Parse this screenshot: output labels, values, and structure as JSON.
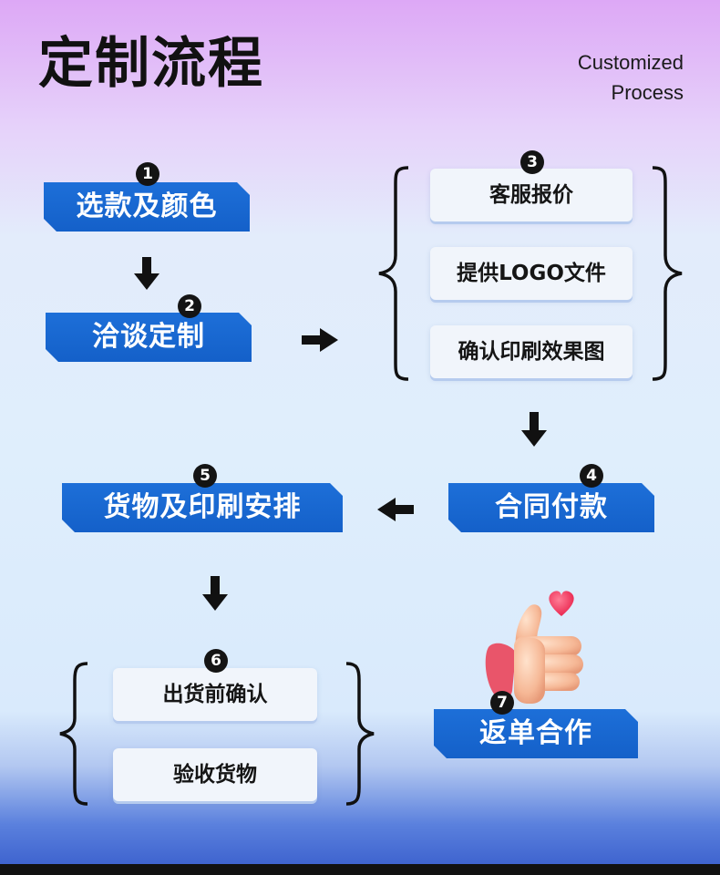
{
  "header": {
    "title": "定制流程",
    "subtitle_line1": "Customized",
    "subtitle_line2": "Process"
  },
  "steps": {
    "s1": {
      "num": "1",
      "label": "选款及颜色"
    },
    "s2": {
      "num": "2",
      "label": "洽谈定制"
    },
    "s3": {
      "num": "3",
      "items": [
        "客服报价",
        "提供LOGO文件",
        "确认印刷效果图"
      ]
    },
    "s4": {
      "num": "4",
      "label": "合同付款"
    },
    "s5": {
      "num": "5",
      "label": "货物及印刷安排"
    },
    "s6": {
      "num": "6",
      "items": [
        "出货前确认",
        "验收货物"
      ]
    },
    "s7": {
      "num": "7",
      "label": "返单合作"
    }
  },
  "colors": {
    "step_blue": "#1565d0",
    "badge": "#141414",
    "card_bg": "#f1f5fb"
  },
  "icons": {
    "illustration": "thumbs-up-heart-icon"
  }
}
